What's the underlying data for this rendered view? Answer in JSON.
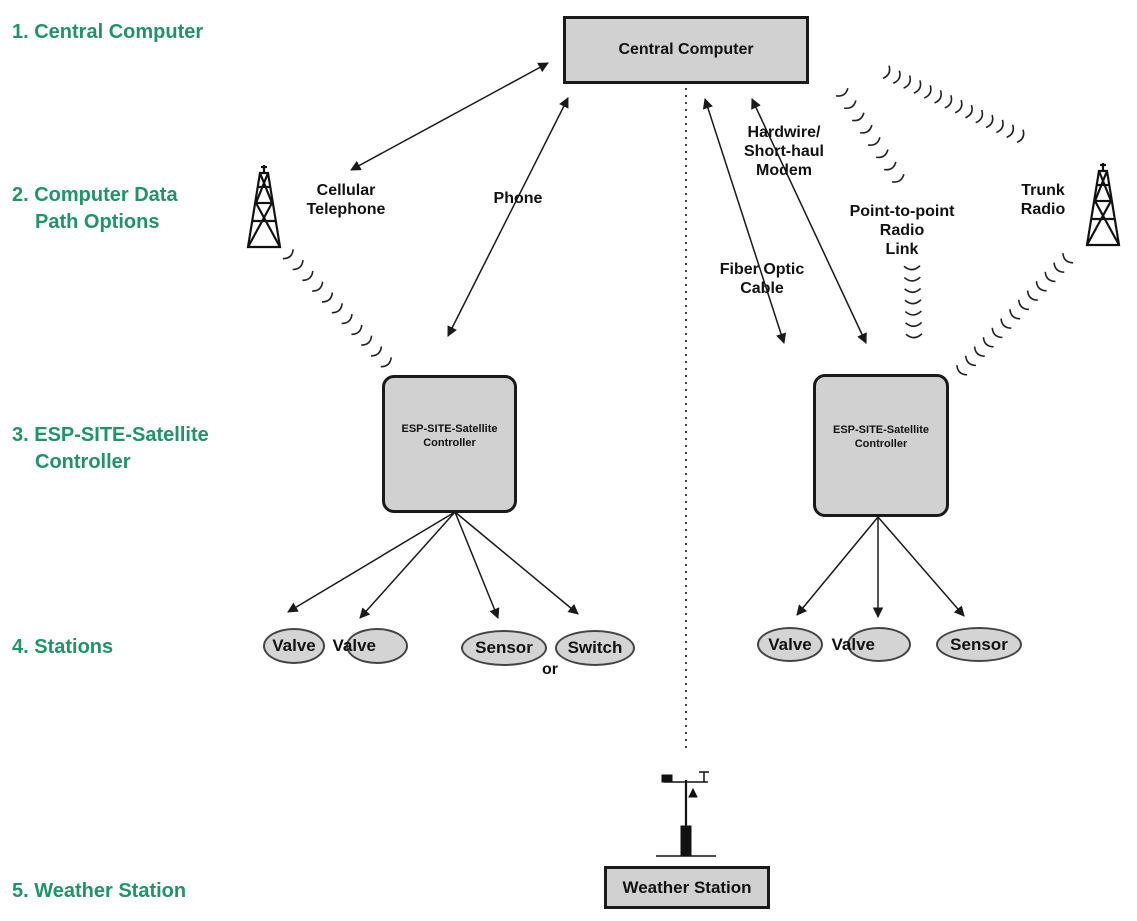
{
  "steps": {
    "central": "1. Central Computer",
    "path_line1": "2. Computer Data",
    "path_line2": "Path Options",
    "controller_line1": "3. ESP-SITE-Satellite",
    "controller_line2": "Controller",
    "stations": "4. Stations",
    "weather": "5. Weather Station"
  },
  "central_computer": "Central Computer",
  "weather_station": "Weather Station",
  "controllers": {
    "left": {
      "line1": "ESP-SITE-Satellite",
      "line2": "Controller"
    },
    "right": {
      "line1": "ESP-SITE-Satellite",
      "line2": "Controller"
    }
  },
  "paths": {
    "cellular": {
      "line1": "Cellular",
      "line2": "Telephone"
    },
    "phone": "Phone",
    "hardwire": {
      "line1": "Hardwire/",
      "line2": "Short-haul",
      "line3": "Modem"
    },
    "fiber": {
      "line1": "Fiber Optic",
      "line2": "Cable"
    },
    "radio_link": {
      "line1": "Point-to-point",
      "line2": "Radio",
      "line3": "Link"
    },
    "trunk": {
      "line1": "Trunk",
      "line2": "Radio"
    }
  },
  "stations_left": {
    "valve1": "Valve",
    "valve2": "Valve",
    "sensor": "Sensor",
    "switch": "Switch",
    "or": "or"
  },
  "stations_right": {
    "valve1": "Valve",
    "valve2": "Valve",
    "sensor": "Sensor"
  },
  "colors": {
    "step_green": "#1f9467",
    "box_fill": "#d1d1d1",
    "station_fill": "#d4d4d4",
    "stroke": "#1a1a1a"
  },
  "icons": [
    "radio-tower-icon",
    "radio-wave-icon",
    "weather-station-icon"
  ]
}
